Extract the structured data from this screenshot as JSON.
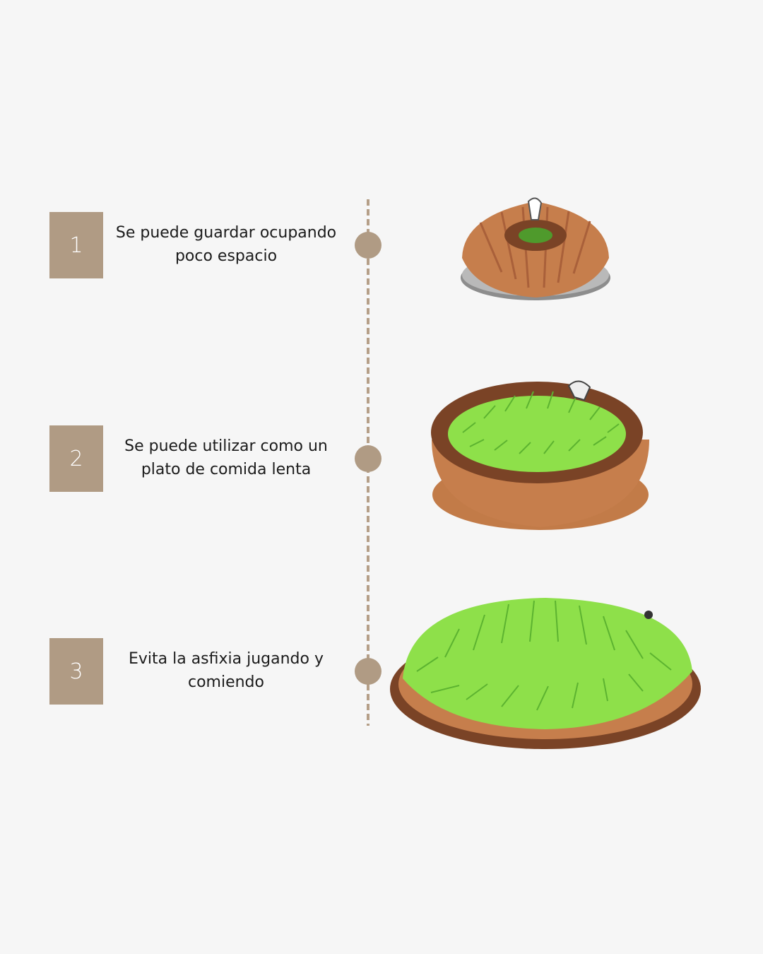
{
  "steps": [
    {
      "number": "1",
      "text": "Se puede guardar ocupando poco espacio"
    },
    {
      "number": "2",
      "text": "Se puede utilizar como un plato de comida lenta"
    },
    {
      "number": "3",
      "text": "Evita la asfixia jugando y comiendo"
    }
  ],
  "colors": {
    "background": "#f6f6f6",
    "accent": "#b09b84",
    "felt_brown": "#c67e4c",
    "felt_dark": "#7a4326",
    "grass_green": "#8ee04a"
  },
  "images": [
    {
      "icon": "snuffle-mat-closed-icon"
    },
    {
      "icon": "snuffle-mat-bowl-icon"
    },
    {
      "icon": "snuffle-mat-open-icon"
    }
  ]
}
